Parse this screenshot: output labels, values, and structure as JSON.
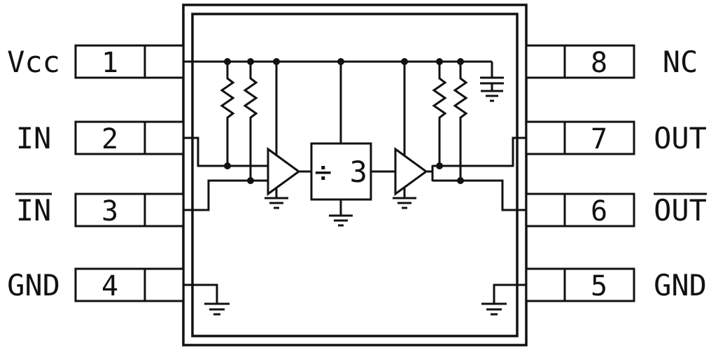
{
  "diagram": {
    "divider_label": "÷ 3",
    "pins_left": [
      {
        "number": "1",
        "name": "Vcc",
        "overline": false
      },
      {
        "number": "2",
        "name": "IN",
        "overline": false
      },
      {
        "number": "3",
        "name": "IN",
        "overline": true
      },
      {
        "number": "4",
        "name": "GND",
        "overline": false
      }
    ],
    "pins_right": [
      {
        "number": "8",
        "name": "NC",
        "overline": false
      },
      {
        "number": "7",
        "name": "OUT",
        "overline": false
      },
      {
        "number": "6",
        "name": "OUT",
        "overline": true
      },
      {
        "number": "5",
        "name": "GND",
        "overline": false
      }
    ],
    "colors": {
      "line": "#111111",
      "background": "#ffffff"
    }
  }
}
